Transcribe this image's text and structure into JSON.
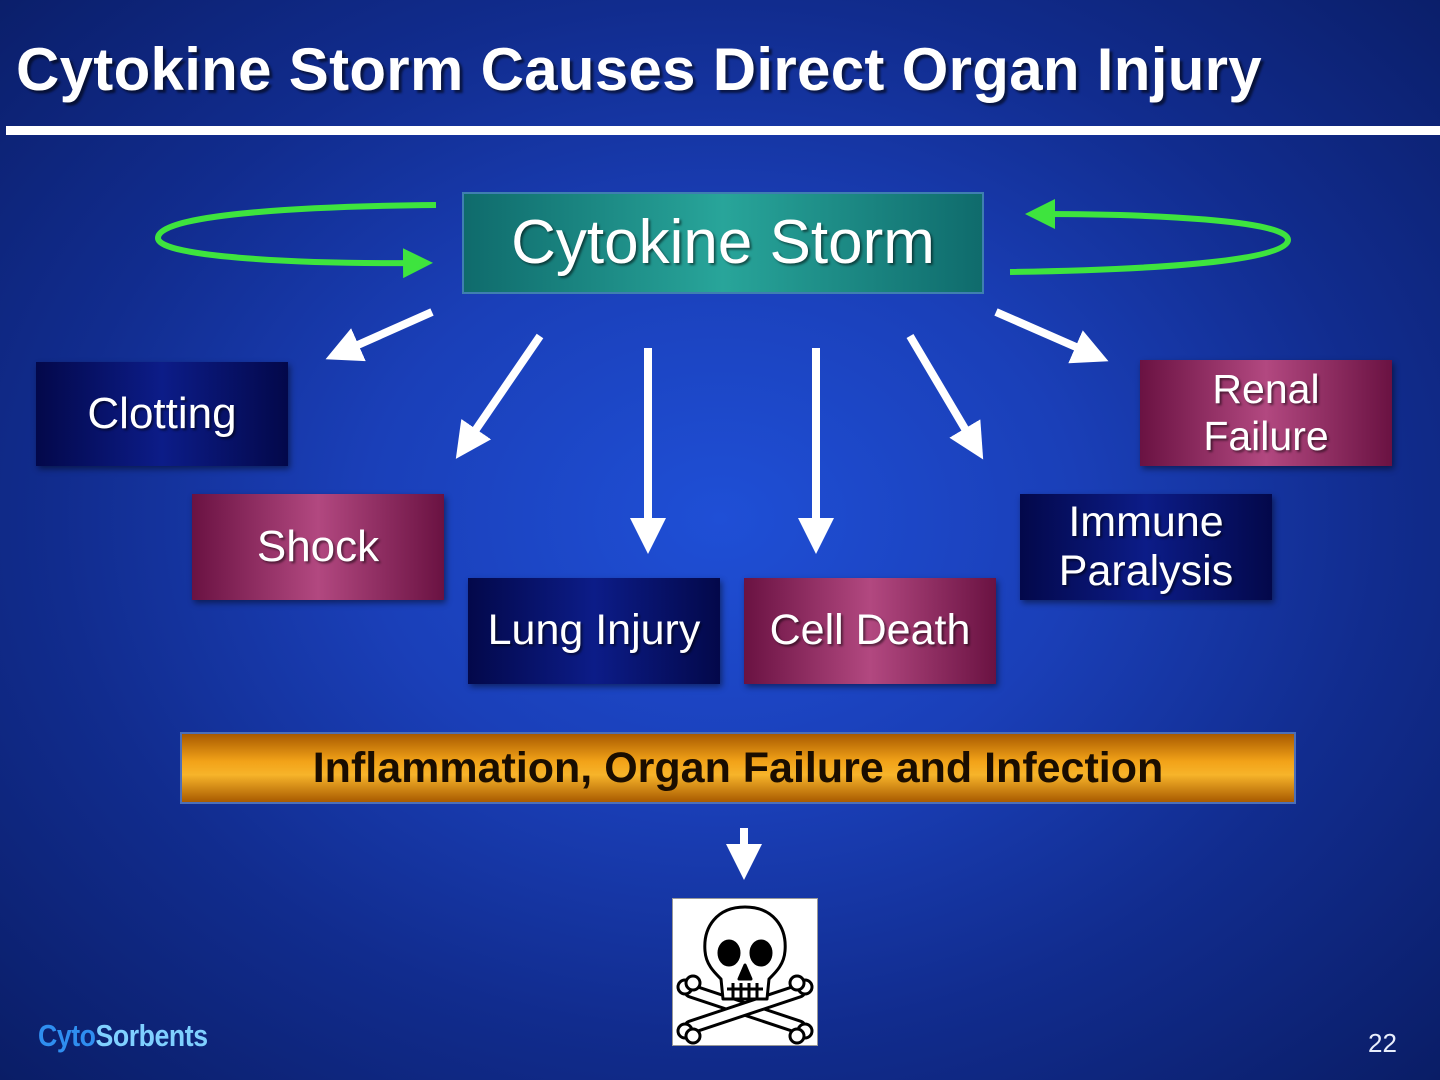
{
  "slide": {
    "title": "Cytokine Storm Causes Direct Organ Injury",
    "center_node": "Cytokine Storm",
    "effects": [
      {
        "label": "Clotting",
        "style": "navy"
      },
      {
        "label": "Shock",
        "style": "magenta"
      },
      {
        "label": "Lung Injury",
        "style": "navy"
      },
      {
        "label": "Cell Death",
        "style": "magenta"
      },
      {
        "label": "Immune\nParalysis",
        "style": "navy"
      },
      {
        "label": "Renal\nFailure",
        "style": "magenta"
      }
    ],
    "outcome_banner": "Inflammation, Organ Failure and Infection",
    "final_icon": "skull-and-crossbones-icon",
    "logo": {
      "part1": "Cyto",
      "part2": "Sorbents"
    },
    "page_number": "22"
  },
  "colors": {
    "background": "#1a3fb8",
    "feedback_arrows": "#3ee43e",
    "effect_arrows": "#ffffff",
    "banner": "#f2a218",
    "center_node": "#28a59a"
  }
}
